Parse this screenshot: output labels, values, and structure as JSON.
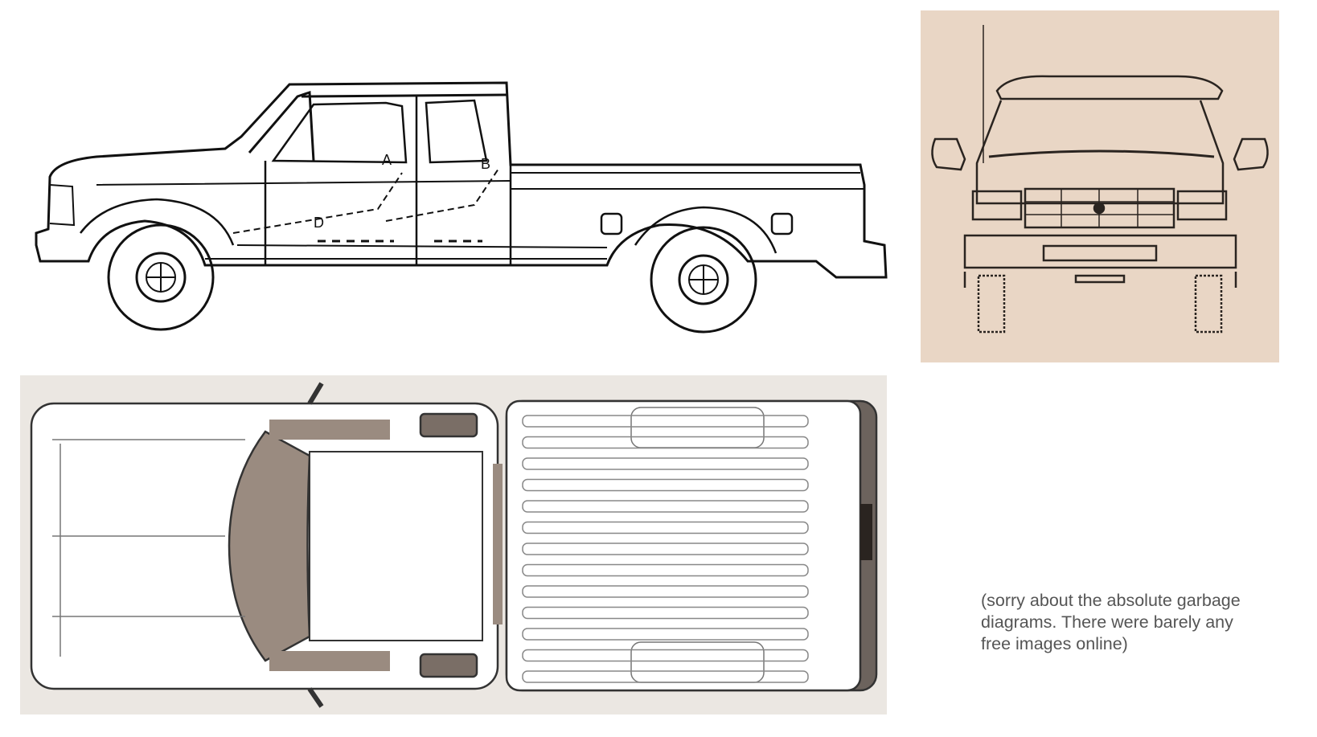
{
  "figures": {
    "side_view": {
      "labels": {
        "a": "A",
        "b": "B",
        "d": "D"
      }
    },
    "front_view": {},
    "top_view": {}
  },
  "caption": {
    "line1": "(sorry about the absolute garbage",
    "line2": "diagrams. There were barely any",
    "line3": "free images online)"
  },
  "colors": {
    "front_bg": "#e9d6c5",
    "top_bg": "#ebe7e2",
    "top_glass": "#9a8b80",
    "caption_text": "#555555"
  }
}
